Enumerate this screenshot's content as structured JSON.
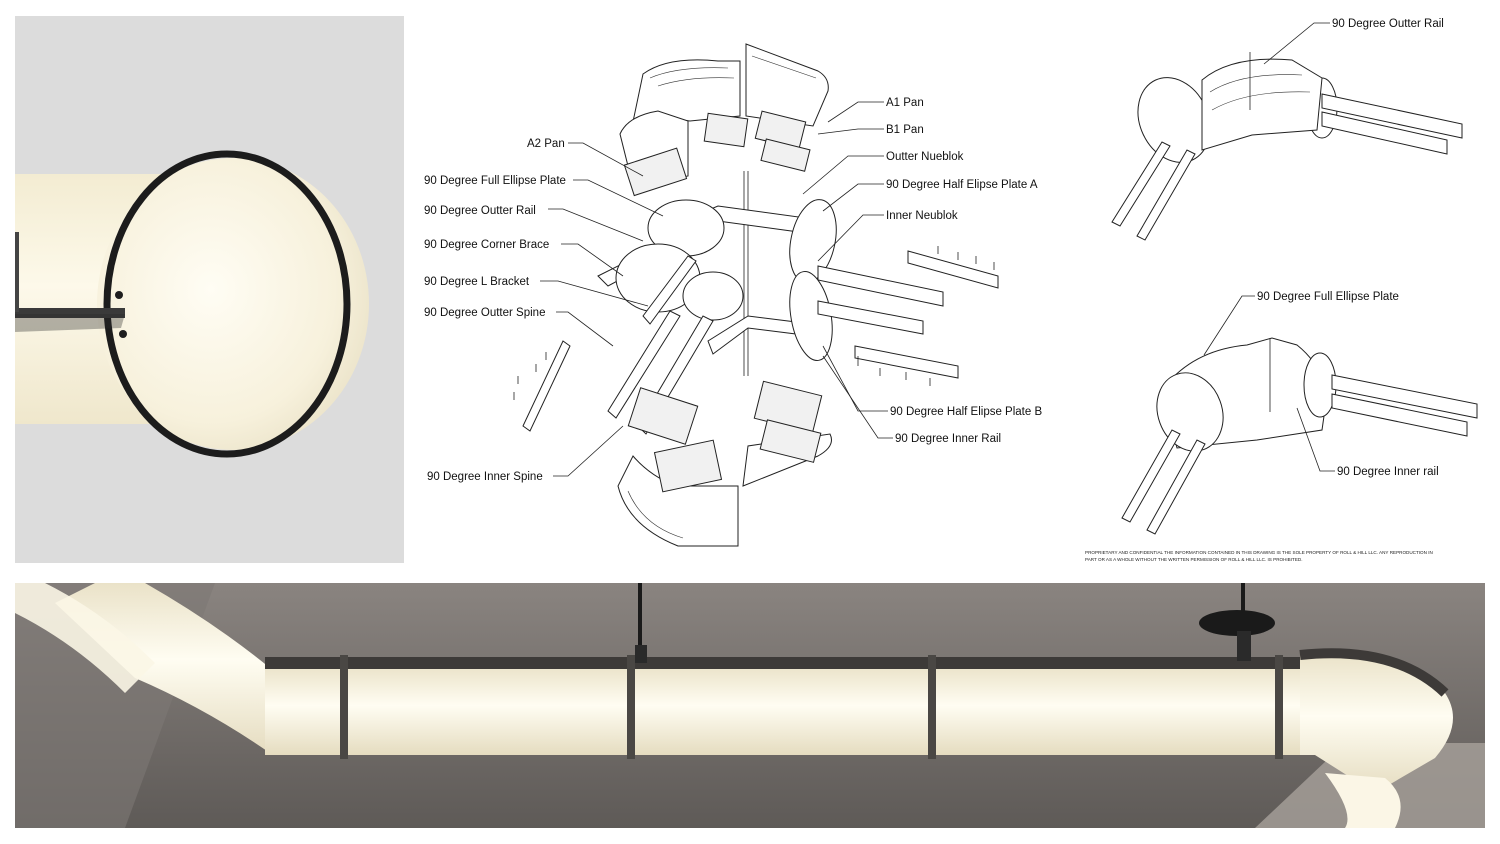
{
  "exploded_view": {
    "labels": {
      "a1_pan": "A1 Pan",
      "b1_pan": "B1 Pan",
      "a2_pan": "A2 Pan",
      "outter_nueblok": "Outter Nueblok",
      "half_ellipse_a": "90 Degree Half Elipse Plate A",
      "full_ellipse": "90 Degree Full Ellipse Plate",
      "inner_neublok": "Inner Neublok",
      "outter_rail": "90 Degree Outter Rail",
      "corner_brace": "90 Degree Corner Brace",
      "l_bracket": "90 Degree L Bracket",
      "outter_spine": "90 Degree Outter Spine",
      "half_ellipse_b": "90 Degree Half Elipse Plate B",
      "inner_rail": "90 Degree Inner Rail",
      "inner_spine": "90 Degree Inner Spine"
    }
  },
  "assembled_views": {
    "labels": {
      "outter_rail": "90 Degree Outter Rail",
      "full_ellipse": "90 Degree Full Ellipse Plate",
      "inner_rail": "90 Degree Inner rail"
    },
    "disclaimer_line1": "PROPRIETARY AND CONFIDENTIAL THE INFORMATION CONTAINED IN THIS DRAWING IS THE SOLE PROPERTY OF ROLL & HILL LLC. ANY REPRODUCTION IN",
    "disclaimer_line2": "PART OR AS A WHOLE WITHOUT THE WRITTEN PERMISSION OF ROLL & HILL LLC. IS PROHIBITED."
  },
  "colors": {
    "glow": "#fbf6e6",
    "ring": "#1c1c1c",
    "photo_bg": "#dcdcdc",
    "ceiling": "#6a6560"
  }
}
